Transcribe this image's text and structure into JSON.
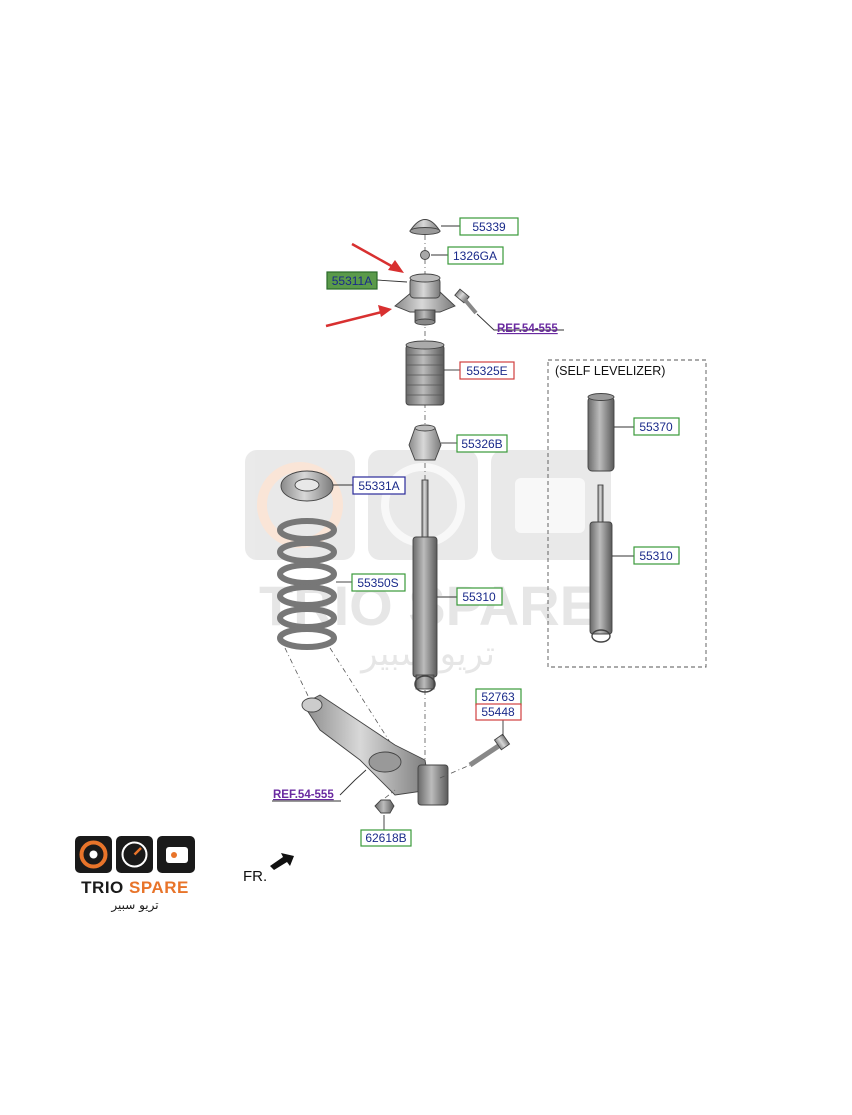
{
  "diagram": {
    "section_label": "(SELF LEVELIZER)",
    "front_label": "FR.",
    "parts": {
      "p55339": "55339",
      "p1326GA": "1326GA",
      "p55311A": "55311A",
      "ref1": "REF.54-555",
      "p55325E": "55325E",
      "p55326B": "55326B",
      "p55331A": "55331A",
      "p55350S": "55350S",
      "p55310a": "55310",
      "p55370": "55370",
      "p55310b": "55310",
      "p52763": "52763",
      "p55448": "55448",
      "ref2": "REF.54-555",
      "p62618B": "62618B"
    }
  },
  "watermark": {
    "brand": "TRIO SPARE",
    "arabic": "تريو سبير"
  },
  "logo": {
    "brand_left": "TRIO",
    "brand_right": "SPARE",
    "arabic": "تريو سبير"
  },
  "colors": {
    "green_box": "#3a9a3a",
    "red_box": "#d04040",
    "selected_fill": "#5a9a4a",
    "arrow_red": "#d83030",
    "logo_orange": "#e8742a"
  }
}
